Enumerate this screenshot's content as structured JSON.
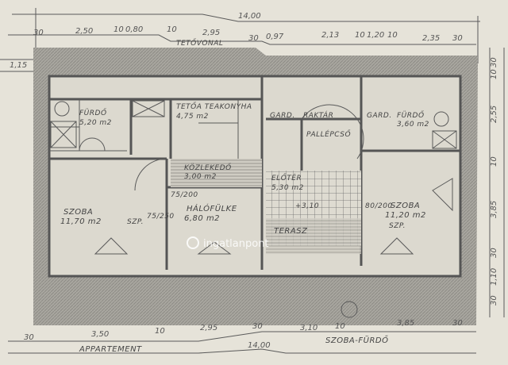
{
  "plan": {
    "total_width_top": "14,00",
    "total_width_bottom": "14,00",
    "top_dims": [
      "30",
      "2,50",
      "10",
      "0,80",
      "10",
      "2,95",
      "30",
      "0,97",
      "2,13",
      "10",
      "1,20",
      "10",
      "2,35",
      "30"
    ],
    "top_note": "TETŐVONAL",
    "bottom_dims": [
      "30",
      "3,50",
      "10",
      "2,95",
      "30",
      "3,10",
      "10",
      "3,85",
      "30"
    ],
    "right_dims": [
      "30",
      "10",
      "2,55",
      "10",
      "3,85",
      "30",
      "1,10",
      "30"
    ],
    "left_dim": "1,15",
    "bottom_labels": [
      "APPARTEMENT",
      "SZOBA-FÜRDŐ"
    ],
    "rooms": [
      {
        "name": "FÜRDŐ",
        "area": "5,20 m2"
      },
      {
        "name": "TETŐA TEAKONYHA",
        "area": "4,75 m2"
      },
      {
        "name": "KÖZLEKEDŐ",
        "area": "3,00 m2"
      },
      {
        "name": "SZOBA",
        "area": "11,70 m2"
      },
      {
        "name": "HÁLÓFÜLKE",
        "area": "6,80 m2"
      },
      {
        "name": "GARD.",
        "area": ""
      },
      {
        "name": "RAKTÁR",
        "area": ""
      },
      {
        "name": "PALLÉPCSŐ",
        "area": ""
      },
      {
        "name": "GARD.",
        "area": ""
      },
      {
        "name": "FÜRDŐ",
        "area": "3,60 m2"
      },
      {
        "name": "ELŐTÉR",
        "area": "5,30 m2"
      },
      {
        "name": "SZOBA",
        "area": "11,20 m2"
      },
      {
        "name": "TERASZ",
        "area": ""
      }
    ],
    "door_notes": [
      "75/200",
      "75/250",
      "80/200"
    ],
    "floor_covering": "SZP.",
    "level": "+3,10"
  },
  "watermark": "ingatlanpont"
}
